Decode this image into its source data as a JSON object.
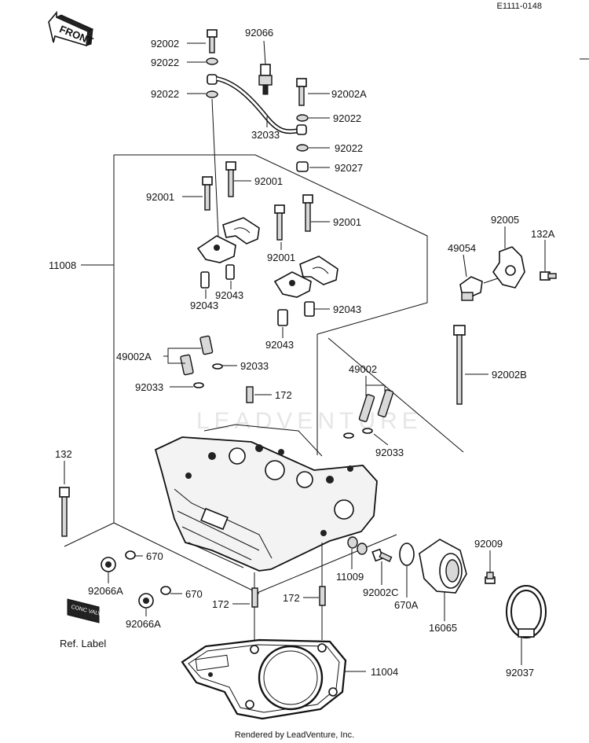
{
  "diagram_id": "E1111-0148",
  "front_label": "FRONT",
  "footer": "Rendered by LeadVenture, Inc.",
  "ref_label_text": "Ref. Label",
  "ref_label_plate": "CONC VALV",
  "watermark": "LEADVENTURE",
  "labels": {
    "l92002_top": "92002",
    "l92066": "92066",
    "l92022_a": "92022",
    "l92022_b": "92022",
    "l92002A": "92002A",
    "l32033": "32033",
    "l92022_c": "92022",
    "l92022_d": "92022",
    "l92027": "92027",
    "l92001_a": "92001",
    "l92001_b": "92001",
    "l92001_c": "92001",
    "l92001_d": "92001",
    "l11008": "11008",
    "l92005": "92005",
    "l132A": "132A",
    "l49054": "49054",
    "l92043_a": "92043",
    "l92043_b": "92043",
    "l92043_c": "92043",
    "l92043_d": "92043",
    "l49002A": "49002A",
    "l92033_a": "92033",
    "l92033_b": "92033",
    "l92002B": "92002B",
    "l49002": "49002",
    "l172_a": "172",
    "l92033_c": "92033",
    "l132": "132",
    "l670_a": "670",
    "l92066A_a": "92066A",
    "l670_b": "670",
    "l92066A_b": "92066A",
    "l11009": "11009",
    "l92002C": "92002C",
    "l670A": "670A",
    "l92009": "92009",
    "l172_b": "172",
    "l172_c": "172",
    "l16065": "16065",
    "l92037": "92037",
    "l11004": "11004"
  }
}
